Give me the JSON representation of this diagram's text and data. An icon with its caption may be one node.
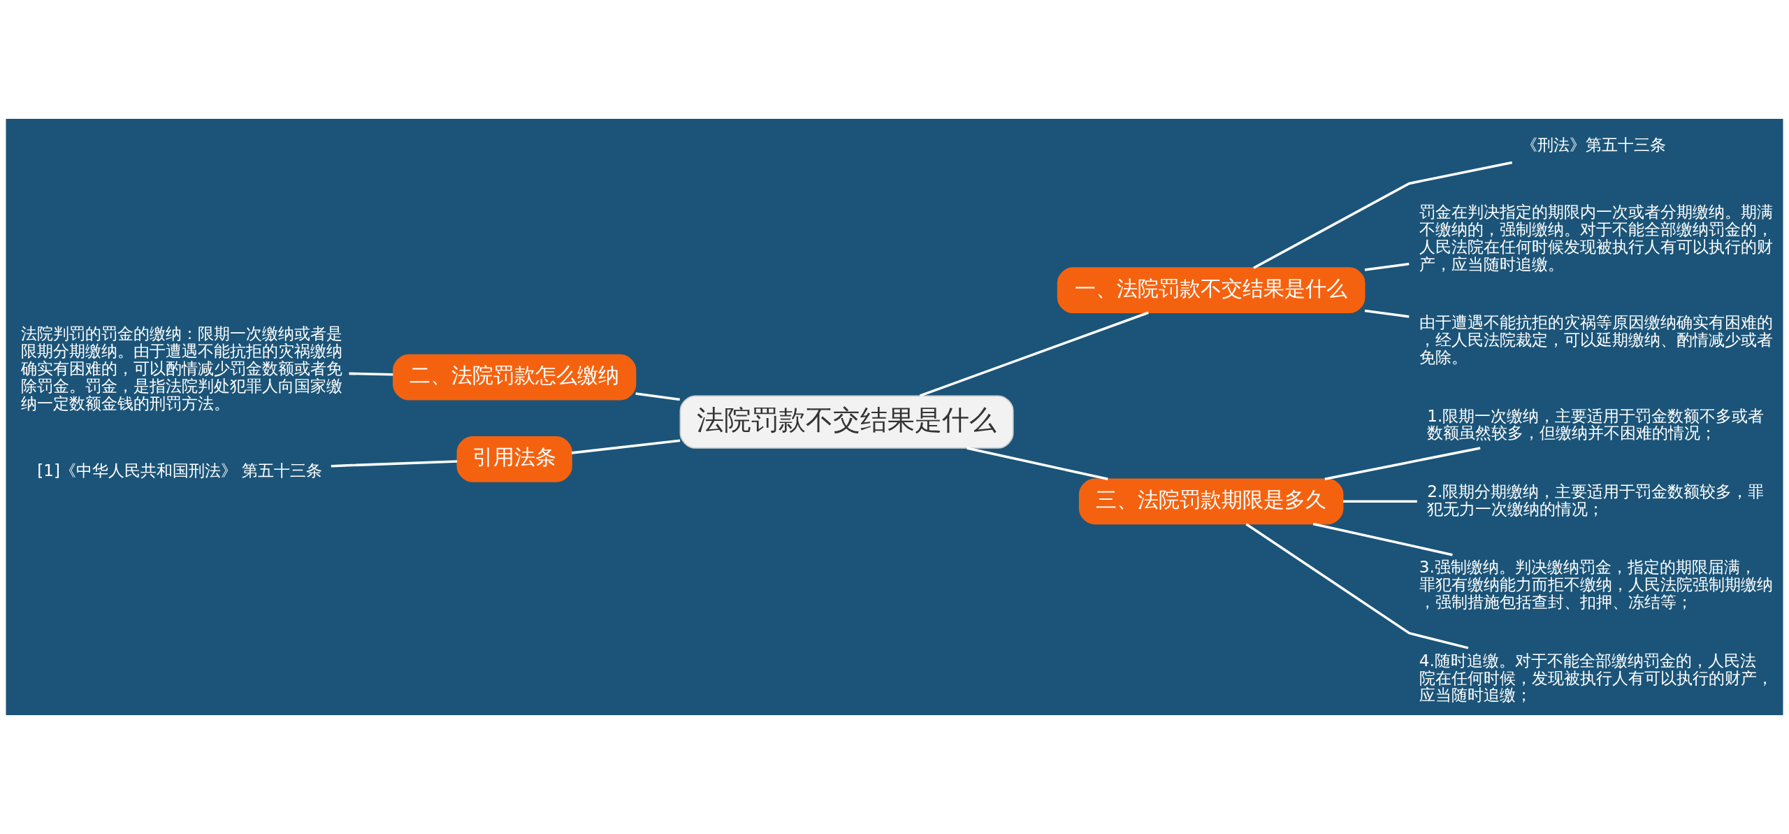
{
  "diagram": {
    "nodes": [
      {
        "text": [
          "法院罚款不交结果是什么"
        ]
      },
      {
        "text": [
          "一、法院罚款不交结果是什么"
        ]
      },
      {
        "text": [
          "《刑法》第五十三条"
        ]
      },
      {
        "text": [
          "罚金在判决指定的期限内一次或者分期缴纳。期满不缴纳的，强制缴纳。对于不能全部缴纳罚金的，人民法院在任何时候发现被执行人有可以执行的财产，应当随时追缴。"
        ]
      },
      {
        "text": [
          "由于遭遇不能抗拒的灾祸等原因缴纳确实有困难的，经人民法院裁定，可以延期缴纳、酌情减少或者免除。"
        ]
      },
      {
        "text": [
          "三、法院罚款期限是多久"
        ]
      },
      {
        "text": [
          "1.限期一次缴纳，主要适用于罚金数额不多或者数额虽然较多，但缴纳并不困难的情况；"
        ]
      },
      {
        "text": [
          "2.限期分期缴纳，主要适用于罚金数额较多，罪犯无力一次缴纳的情况；"
        ]
      },
      {
        "text": [
          "3.强制缴纳。判决缴纳罚金，指定的期限届满，罪犯有缴纳能力而拒不缴纳，人民法院强制期缴纳，强制措施包括查封、扣押、冻结等；"
        ]
      },
      {
        "text": [
          "4.随时追缴。对于不能全部缴纳罚金的，人民法院在任何时候，发现被执行人有可以执行的财产，应当随时追缴；"
        ]
      },
      {
        "text": [
          "二、法院罚款怎么缴纳"
        ]
      },
      {
        "text": [
          "法院判罚的罚金的缴纳：限期一次缴纳或者是限期分期缴纳。由于遭遇不能抗拒的灾祸缴纳确实有困难的，可以酌情减少罚金数额或者免除罚金。罚金，是指法院判处犯罪人向国家缴纳一定数额金钱的刑罚方法。"
        ]
      },
      {
        "text": [
          "引用法条"
        ]
      },
      {
        "text": [
          "[1]《中华人民共和国刑法》 第五十三条"
        ]
      }
    ],
    "edges": [
      {
        "from": 0,
        "to": 1,
        "arrow": "none"
      },
      {
        "from": 1,
        "to": 2,
        "arrow": "none"
      },
      {
        "from": 1,
        "to": 3,
        "arrow": "none"
      },
      {
        "from": 1,
        "to": 4,
        "arrow": "none"
      },
      {
        "from": 0,
        "to": 5,
        "arrow": "none"
      },
      {
        "from": 5,
        "to": 6,
        "arrow": "none"
      },
      {
        "from": 5,
        "to": 7,
        "arrow": "none"
      },
      {
        "from": 5,
        "to": 8,
        "arrow": "none"
      },
      {
        "from": 5,
        "to": 9,
        "arrow": "none"
      },
      {
        "from": 10,
        "to": 0,
        "arrow": "none"
      },
      {
        "from": 11,
        "to": 10,
        "arrow": "none"
      },
      {
        "from": 12,
        "to": 0,
        "arrow": "none"
      },
      {
        "from": 13,
        "to": 12,
        "arrow": "none"
      }
    ]
  }
}
